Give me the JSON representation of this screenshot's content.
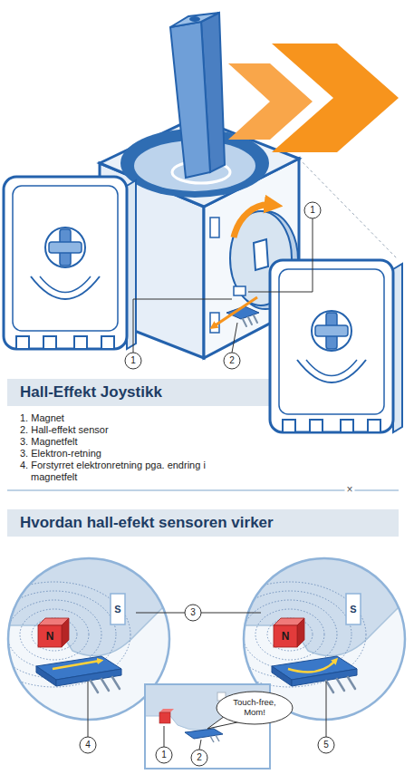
{
  "diagram": {
    "title": "Hall-Effekt Joystikk",
    "nodes": [
      {
        "text": [
          "Touch-free, Mom!"
        ]
      }
    ],
    "labels": [
      "1",
      "1",
      "2",
      "1. Magnet",
      "2. Hall-effekt sensor",
      "3. Magnetfelt",
      "3. Elektron-retning",
      "4. Forstyrret elektronretning pga. endring i magnetfelt",
      "×",
      "Hvordan hall-efekt sensoren virker",
      "3",
      "N",
      "S",
      "N",
      "S",
      "4",
      "1",
      "2",
      "5"
    ]
  }
}
